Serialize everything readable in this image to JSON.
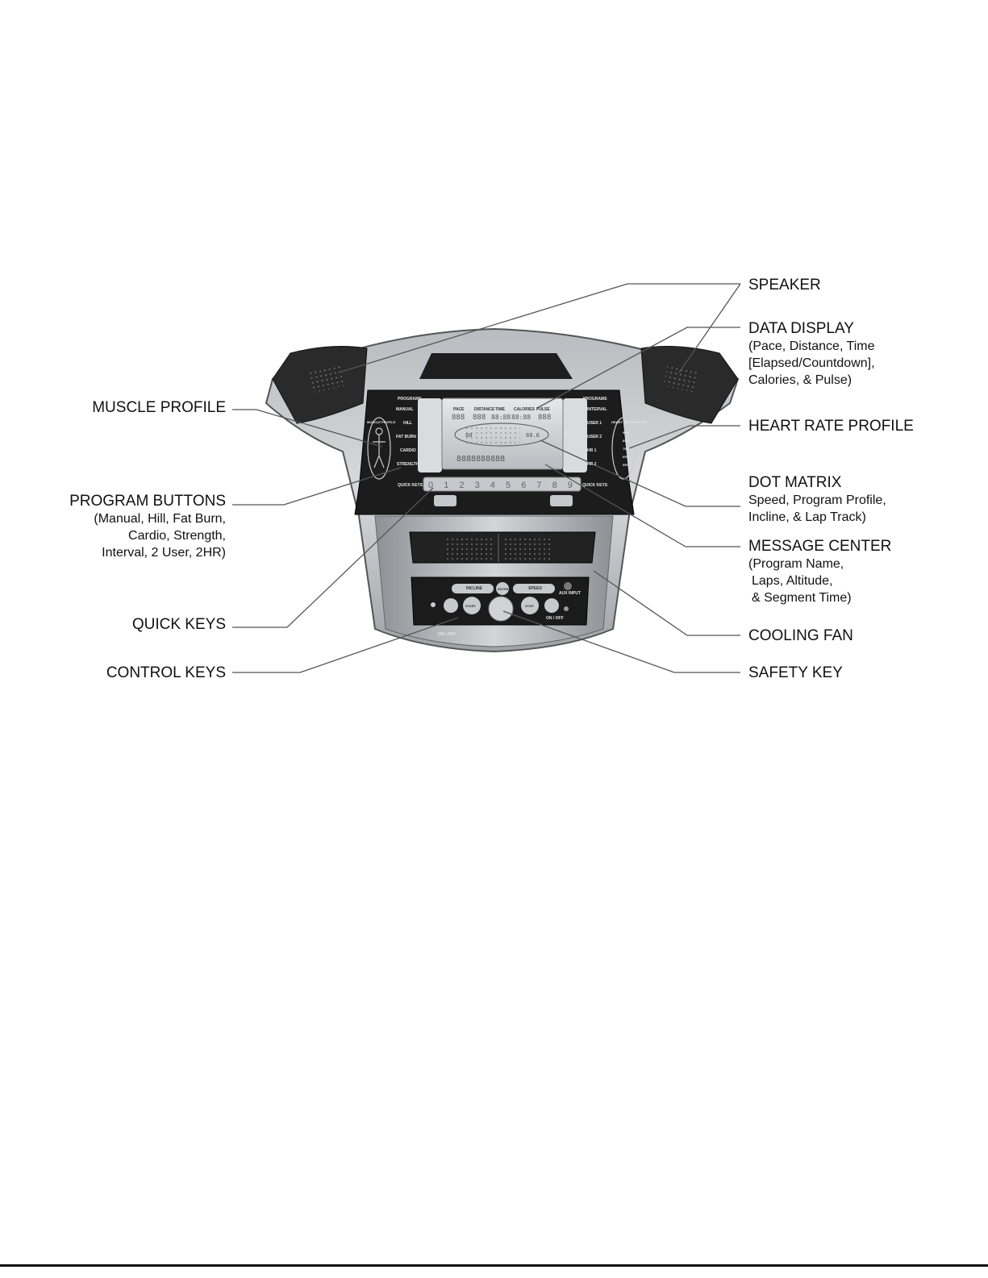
{
  "callouts": {
    "speaker": {
      "title": "SPEAKER"
    },
    "data_display": {
      "title": "DATA DISPLAY",
      "desc": [
        "(Pace, Distance, Time",
        "[Elapsed/Countdown],",
        "Calories, & Pulse)"
      ]
    },
    "heart_rate_profile": {
      "title": "HEART RATE PROFILE"
    },
    "dot_matrix": {
      "title": "DOT MATRIX",
      "desc": [
        "Speed, Program Profile,",
        "Incline, & Lap Track)"
      ]
    },
    "message_center": {
      "title": "MESSAGE CENTER",
      "desc": [
        "(Program Name,",
        "Laps, Altitude,",
        "& Segment Time)"
      ]
    },
    "cooling_fan": {
      "title": "COOLING FAN"
    },
    "safety_key": {
      "title": "SAFETY KEY"
    },
    "muscle_profile": {
      "title": "MUSCLE PROFILE"
    },
    "program_buttons": {
      "title": "PROGRAM BUTTONS",
      "desc": [
        "(Manual, Hill, Fat Burn,",
        "Cardio, Strength,",
        "Interval, 2 User, 2HR)"
      ]
    },
    "quick_keys": {
      "title": "QUICK KEYS"
    },
    "control_keys": {
      "title": "CONTROL KEYS"
    }
  },
  "console": {
    "left_programs_header": "PROGRAMS",
    "right_programs_header": "PROGRAMS",
    "left_programs": [
      "MANUAL",
      "HILL",
      "FAT BURN",
      "CARDIO",
      "STRENGTH"
    ],
    "right_programs": [
      "INTERVAL",
      "USER 1",
      "USER 2",
      "HR 1",
      "HR 2"
    ],
    "muscle_profile_label": "MUSCLE PROFILE",
    "heart_rate_label": "HEART RATE PROFILE",
    "hr_percents": [
      "90%",
      "85%",
      "75%",
      "65%",
      "55%"
    ],
    "display_tabs": [
      "PACE",
      "DISTANCE",
      "TIME",
      "CALORIES",
      "PULSE"
    ],
    "display_digits": [
      "888",
      "888",
      "88:88",
      "88:88",
      "888"
    ],
    "display_small_left": "88",
    "display_small_right": "88.8",
    "message_center_text": "8888888888",
    "quick_keys_label_left": "QUICK KEYS",
    "quick_keys_label_right": "QUICK KEYS",
    "quick_keys": [
      "0",
      "1",
      "2",
      "3",
      "4",
      "5",
      "6",
      "7",
      "8",
      "9"
    ],
    "incline_label": "INCLINE",
    "speed_label": "SPEED",
    "enter_label": "ENTER",
    "fan_label": "ON / OFF",
    "audio_label": "ON / OFF",
    "start_label": "START",
    "stop_label": "STOP",
    "aux_label": "AUX INPUT"
  }
}
